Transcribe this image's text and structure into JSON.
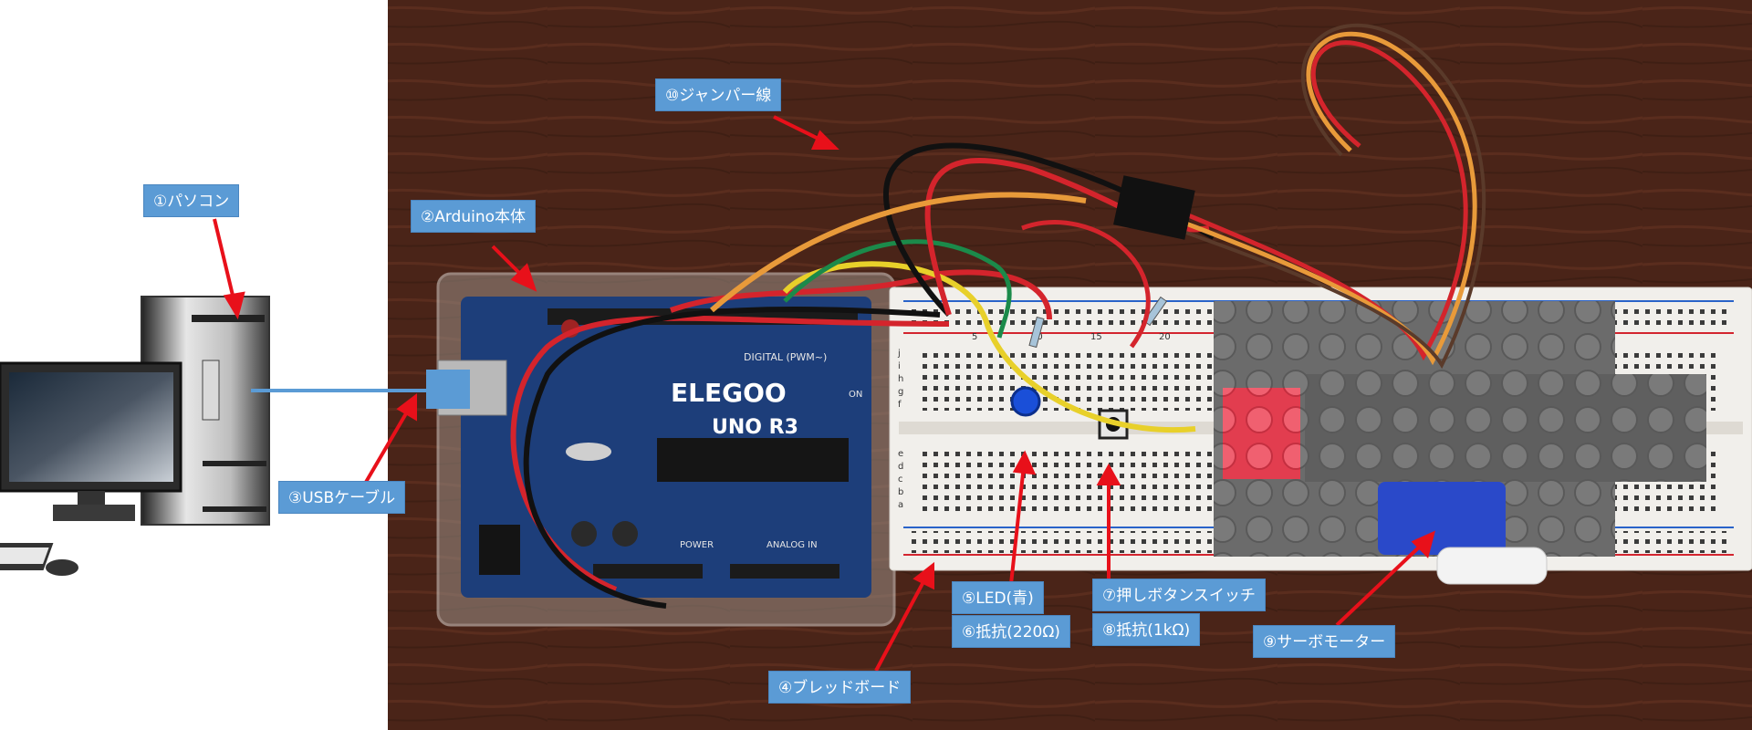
{
  "colors": {
    "label_bg": "#5b9bd5",
    "label_text": "#ffffff",
    "arrow": "#e8101a",
    "table_wood": "#4a2418",
    "breadboard": "#f1efeb",
    "arduino_board": "#1d3e7a",
    "lego": "#6b6b6b",
    "lego_red": "#e23d4f",
    "servo": "#2a49c9",
    "led": "#1a4fd8",
    "usb_line": "#5b9bd5"
  },
  "labels": {
    "pc": "①パソコン",
    "arduino": "②Arduino本体",
    "usb": "③USBケーブル",
    "breadboard": "④ブレッドボード",
    "led": "⑤LED(青)",
    "resistor_220": "⑥抵抗(220Ω)",
    "pushbutton": "⑦押しボタンスイッチ",
    "resistor_1k": "⑧抵抗(1kΩ)",
    "servo": "⑨サーボモーター",
    "jumper": "⑩ジャンパー線"
  },
  "board": {
    "brand": "ELEGOO",
    "model": "UNO R3",
    "digital_header": "DIGITAL (PWM~)",
    "power_header": "POWER",
    "analog_header": "ANALOG IN",
    "on_led": "ON"
  },
  "breadboard": {
    "row_letters_top": [
      "j",
      "i",
      "h",
      "g",
      "f"
    ],
    "row_letters_bottom": [
      "e",
      "d",
      "c",
      "b",
      "a"
    ],
    "column_numbers": [
      "5",
      "10",
      "15",
      "20"
    ]
  }
}
